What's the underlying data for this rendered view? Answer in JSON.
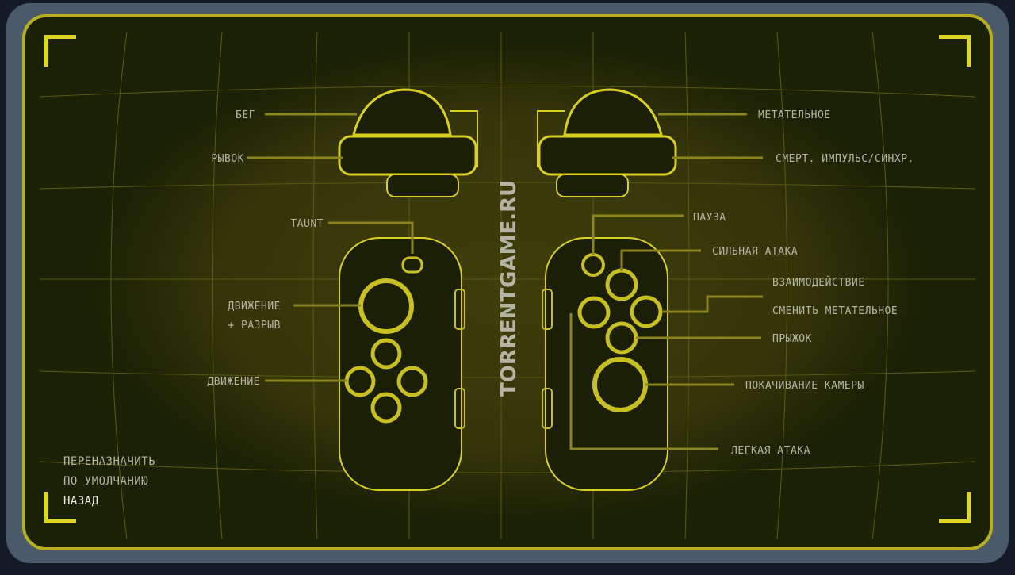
{
  "colors": {
    "frame": "#4b5a6b",
    "screen": "#1b2104",
    "glow": "#3b3a0a",
    "accent": "#d8d020",
    "line": "#8c8420",
    "label": "#b4b4a4",
    "active": "#f2f2e8"
  },
  "labels": {
    "left": {
      "run": "БЕГ",
      "dash": "РЫВОК",
      "taunt": "TAUNT",
      "move_break_1": "ДВИЖЕНИЕ",
      "move_break_2": "+ РАЗРЫВ",
      "move": "ДВИЖЕНИЕ"
    },
    "right": {
      "throwable": "МЕТАТЕЛЬНОЕ",
      "death_impulse": "СМЕРТ. ИМПУЛЬС/СИНХР.",
      "pause": "ПАУЗА",
      "heavy_attack": "СИЛЬНАЯ АТАКА",
      "interact": "ВЗАИМОДЕЙСТВИЕ",
      "switch_throwable": "СМЕНИТЬ МЕТАТЕЛЬНОЕ",
      "jump": "ПРЫЖОК",
      "camera_sway": "ПОКАЧИВАНИЕ КАМЕРЫ",
      "light_attack": "ЛЕГКАЯ АТАКА"
    }
  },
  "menu": {
    "remap": "ПЕРЕНАЗНАЧИТЬ",
    "default": "ПО УМОЛЧАНИЮ",
    "back": "НАЗАД"
  },
  "watermark": "TORRENTGAME.RU"
}
